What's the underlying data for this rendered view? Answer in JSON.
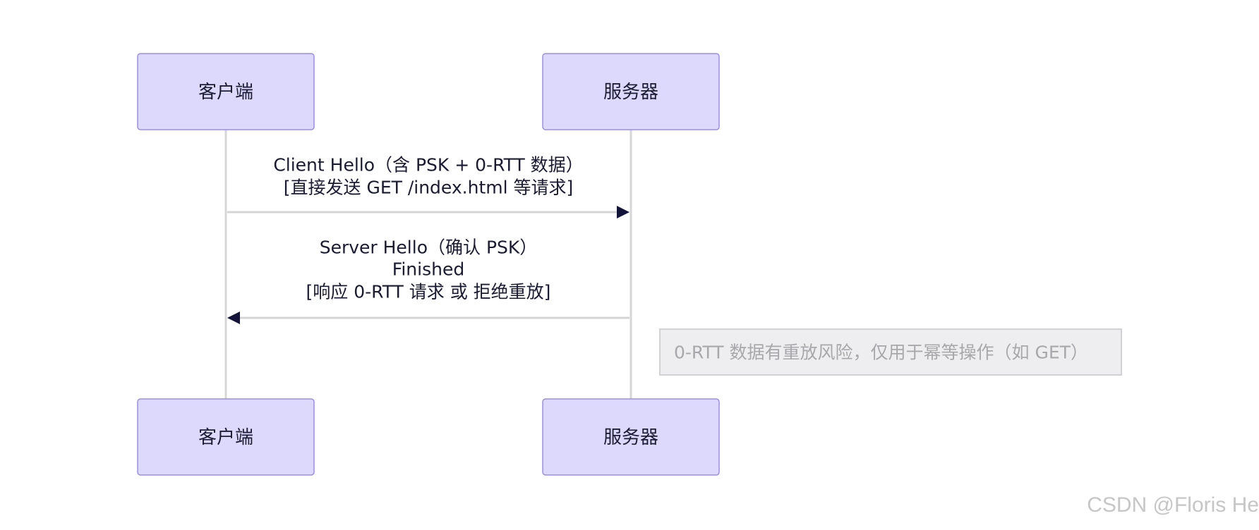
{
  "participants": [
    {
      "label": "客户端"
    },
    {
      "label": "服务器"
    }
  ],
  "messages": [
    {
      "from": 0,
      "to": 1,
      "lines": [
        "Client Hello（含 PSK + 0-RTT 数据）",
        "[直接发送 GET /index.html 等请求]"
      ]
    },
    {
      "from": 1,
      "to": 0,
      "lines": [
        "Server Hello（确认 PSK）",
        "Finished",
        "[响应 0-RTT 请求 或 拒绝重放]"
      ]
    }
  ],
  "note": {
    "text": "0-RTT 数据有重放风险，仅用于幂等操作（如 GET）"
  },
  "watermark": "CSDN @Floris He",
  "colors": {
    "actor_fill": "#dcd9fd",
    "actor_border": "#9c8ee8",
    "arrow": "#14143a",
    "note_fill": "#eeeef0"
  }
}
